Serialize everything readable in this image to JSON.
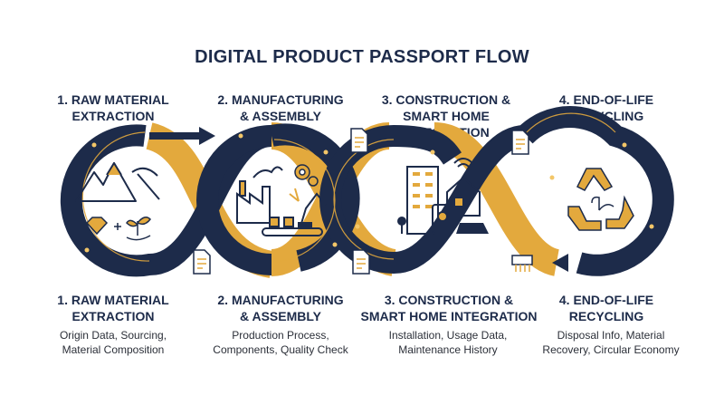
{
  "title": "DIGITAL PRODUCT PASSPORT FLOW",
  "colors": {
    "navy": "#1d2b4a",
    "gold": "#e3a93d",
    "text": "#1d2b4a"
  },
  "stages_top": [
    {
      "label": "1. RAW MATERIAL\nEXTRACTION"
    },
    {
      "label": "2. MANUFACTURING\n& ASSEMBLY"
    },
    {
      "label": "3. CONSTRUCTION &\nSMART HOME INTEGRATION"
    },
    {
      "label": "4. END-OF-LIFE\nRECYCLING"
    }
  ],
  "stages_bottom": [
    {
      "label": "1. RAW MATERIAL\nEXTRACTION",
      "desc": "Origin Data, Sourcing,\nMaterial Composition"
    },
    {
      "label": "2. MANUFACTURING\n& ASSEMBLY",
      "desc": "Production Process,\nComponents, Quality Check"
    },
    {
      "label": "3. CONSTRUCTION &\nSMART HOME INTEGRATION",
      "desc": "Installation, Usage Data,\nMaintenance History"
    },
    {
      "label": "4. END-OF-LIFE\nRECYCLING",
      "desc": "Disposal Info, Material\nRecovery, Circular Economy"
    }
  ],
  "icons": [
    "mountain-pickaxe-icon",
    "gem-icon",
    "sprout-hand-icon",
    "factory-icon",
    "gear-icon",
    "robot-arm-icon",
    "conveyor-icon",
    "building-icon",
    "smart-house-icon",
    "tablet-bulb-icon",
    "solar-panel-icon",
    "recycle-icon",
    "document-icon",
    "shredder-icon",
    "arrow-icon"
  ]
}
